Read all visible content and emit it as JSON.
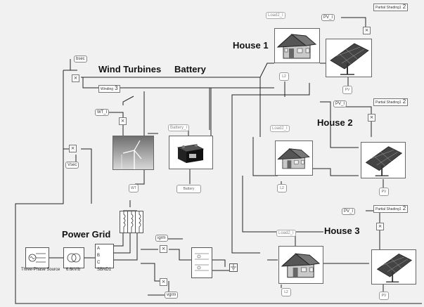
{
  "labels": {
    "house1": "House 1",
    "house2": "House 2",
    "house3": "House 3",
    "wind_turbines": "Wind Turbines",
    "battery": "Battery",
    "power_grid": "Power Grid"
  },
  "signals": {
    "load2_top": "Load2_I",
    "load2_mid": "Load2_I",
    "load2_bot": "Load2_I",
    "pv_top": "PV_I",
    "pv_mid": "PV_I",
    "pv_bot": "PV_I",
    "wt_in": "WT_I",
    "battery_in": "Battery_I",
    "vsec": "Vsec",
    "vgrm": "vgrm",
    "igrm": "igrm",
    "bsec": "bsec"
  },
  "gains": {
    "partial_top": {
      "label": "Partial Shading1",
      "value": "2"
    },
    "partial_mid": {
      "label": "Partial Shading1",
      "value": "2"
    },
    "partial_bot": {
      "label": "Partial Shading1",
      "value": "2"
    },
    "winding": {
      "label": "Winding",
      "value": "3"
    }
  },
  "outports": {
    "l2_top": "L2",
    "l2_mid": "L2",
    "l2_bot": "L2",
    "pv_top": "PV",
    "pv_mid": "PV",
    "pv_bot": "PV",
    "wt": "WT",
    "battery": "Battery"
  },
  "blocks": {
    "source_caption": "Three-Phase Source",
    "transformer_caption": "6.6kV/b",
    "bus_caption": "SBND1",
    "bus_ports": [
      "A",
      "B",
      "C"
    ]
  },
  "multiply_symbol": "×"
}
